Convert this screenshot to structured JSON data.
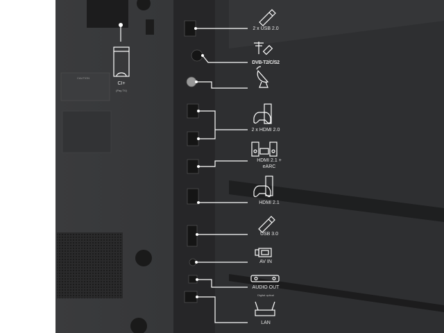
{
  "ports": [
    {
      "label": "2 x USB 2.0",
      "icon": "usb-stick-icon"
    },
    {
      "label": "DVB-T2/C/S2",
      "icon": "antenna-icon"
    },
    {
      "label": "",
      "icon": "satellite-dish-icon"
    },
    {
      "label": "2 x HDMI 2.0",
      "icon": "game-console-icon"
    },
    {
      "label": "HDMI 2.1 +",
      "label2": "eARC",
      "icon": "soundbar-speakers-icon"
    },
    {
      "label": "HDMI 2.1",
      "icon": "game-console-icon"
    },
    {
      "label": "USB 3.0",
      "icon": "usb-stick-icon"
    },
    {
      "label": "AV IN",
      "icon": "camcorder-icon"
    },
    {
      "label": "AUDIO OUT",
      "sublabel": "Digital optical",
      "icon": "soundbar-icon"
    },
    {
      "label": "LAN",
      "icon": "router-icon"
    }
  ],
  "ci": {
    "label": "CI+",
    "sublabel": "(Pay TV)",
    "icon": "ci-card-icon"
  },
  "caution_label": "CAUTION"
}
